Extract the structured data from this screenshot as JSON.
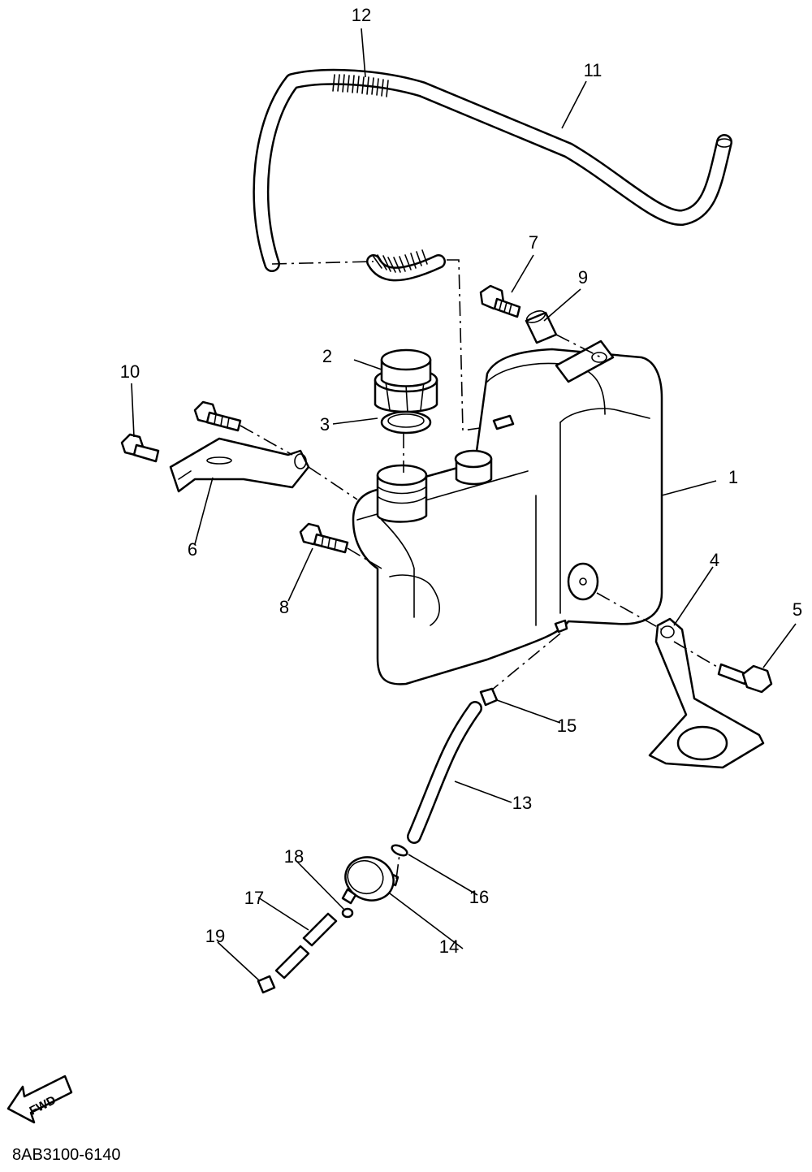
{
  "callouts": {
    "c1": "1",
    "c2": "2",
    "c3": "3",
    "c4": "4",
    "c5": "5",
    "c6": "6",
    "c7": "7",
    "c8": "8",
    "c9": "9",
    "c10": "10",
    "c11": "11",
    "c12": "12",
    "c13": "13",
    "c14": "14",
    "c15": "15",
    "c16": "16",
    "c17": "17",
    "c18": "18",
    "c19": "19"
  },
  "fwd_label": "FWD",
  "diagram_code": "8AB3100-6140"
}
